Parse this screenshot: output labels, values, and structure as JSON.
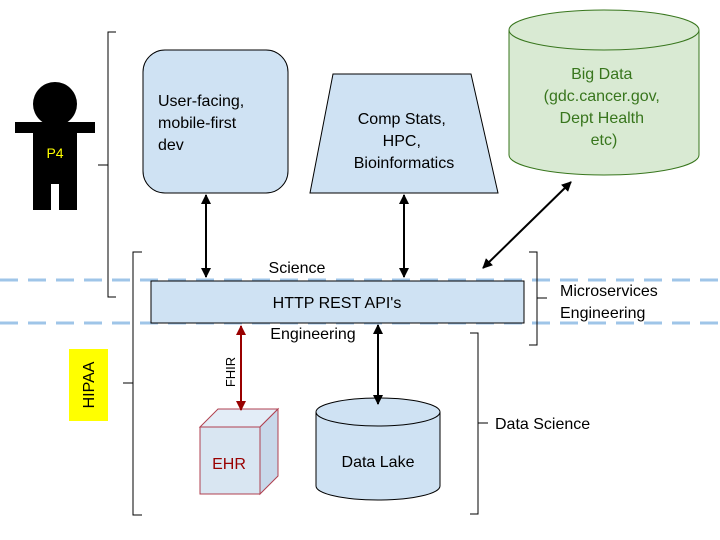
{
  "persona": {
    "label": "P4"
  },
  "nodes": {
    "user_facing": {
      "lines": [
        "User-facing,",
        "mobile-first",
        "dev"
      ]
    },
    "comp_stats": {
      "lines": [
        "Comp Stats,",
        "HPC,",
        "Bioinformatics"
      ]
    },
    "big_data": {
      "lines": [
        "Big Data",
        "(gdc.cancer.gov,",
        "Dept Health",
        "etc)"
      ]
    },
    "api": {
      "label": "HTTP REST API's"
    },
    "ehr": {
      "label": "EHR"
    },
    "data_lake": {
      "label": "Data Lake"
    }
  },
  "labels": {
    "science": "Science",
    "engineering": "Engineering",
    "microservices": [
      "Microservices",
      "Engineering"
    ],
    "data_science": "Data Science",
    "fhir": "FHIR",
    "hipaa": "HIPAA"
  },
  "colors": {
    "node_fill": "#cfe2f3",
    "big_data_stroke": "#38761d",
    "big_data_text": "#38761d",
    "ehr_fill": "#d9e6f2",
    "ehr_stroke": "#b04050",
    "ehr_text": "#990000",
    "fhir_arrow": "#990000",
    "dash_line": "#9fc5e8",
    "hipaa_bg": "#ffff00"
  }
}
